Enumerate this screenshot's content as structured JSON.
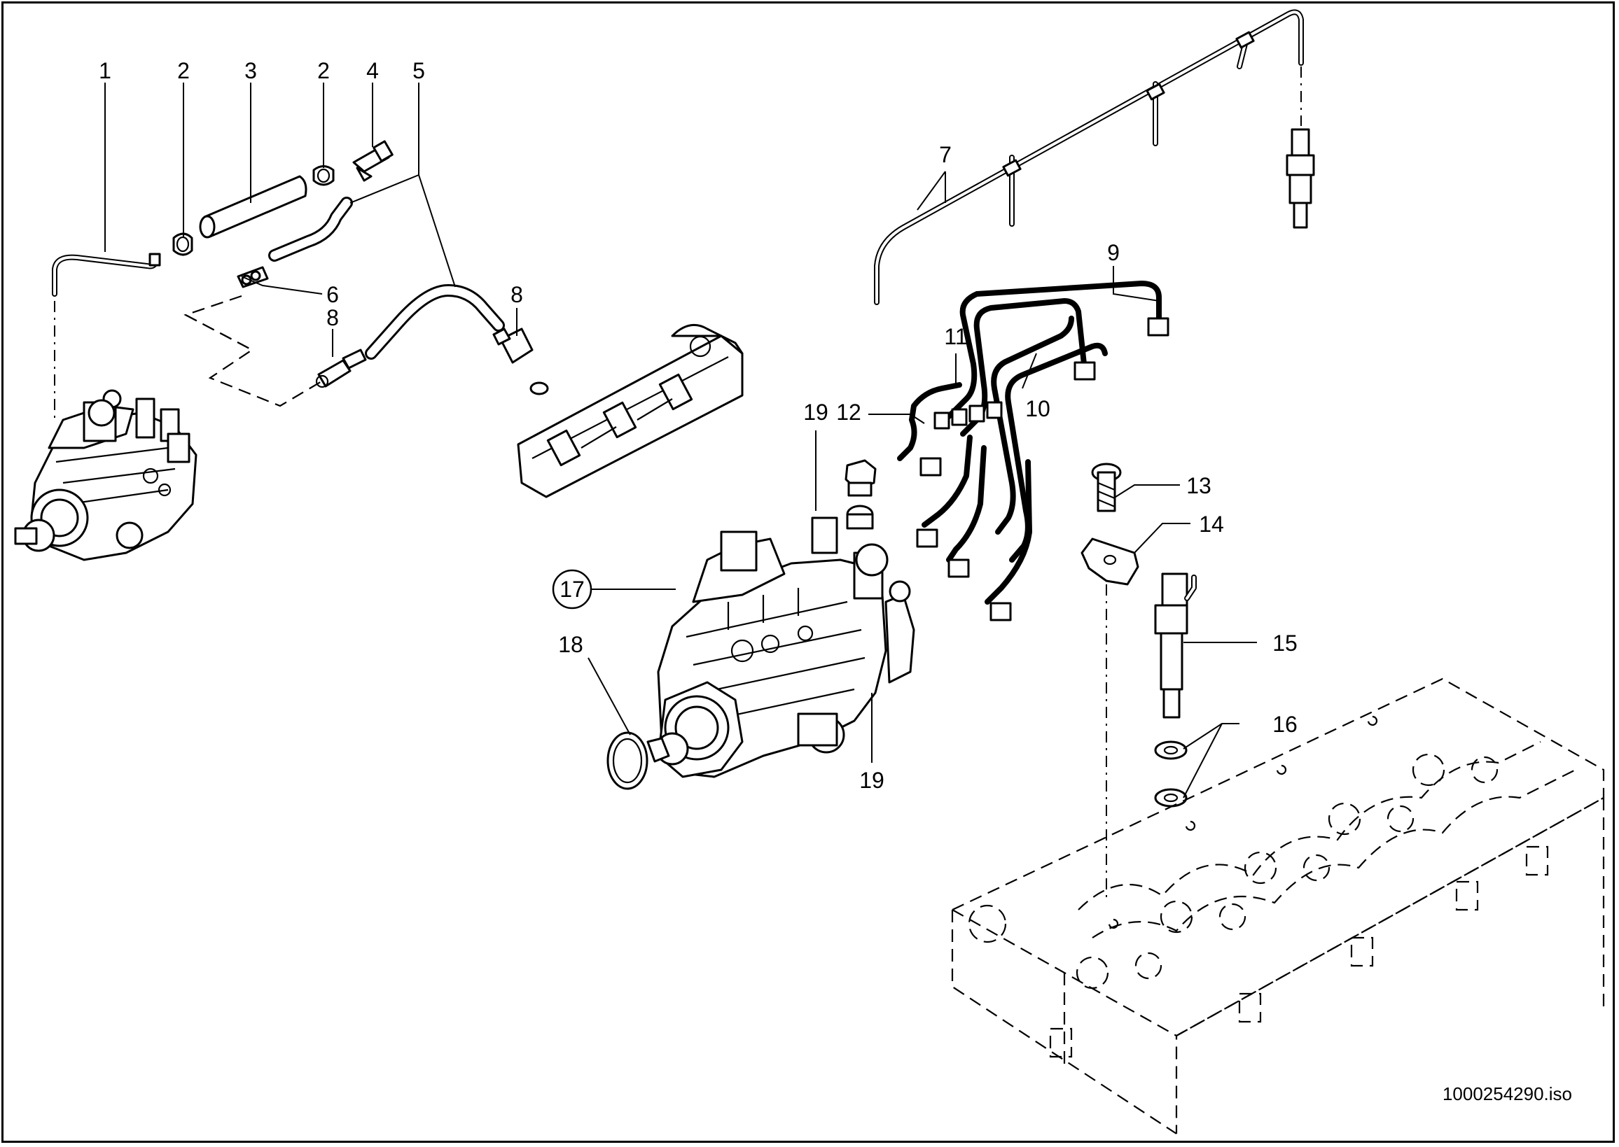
{
  "diagram": {
    "callouts": [
      {
        "id": "c1",
        "text": "1"
      },
      {
        "id": "c2a",
        "text": "2"
      },
      {
        "id": "c3",
        "text": "3"
      },
      {
        "id": "c2b",
        "text": "2"
      },
      {
        "id": "c4",
        "text": "4"
      },
      {
        "id": "c5",
        "text": "5"
      },
      {
        "id": "c6",
        "text": "6"
      },
      {
        "id": "c8a",
        "text": "8"
      },
      {
        "id": "c8b",
        "text": "8"
      },
      {
        "id": "c7",
        "text": "7"
      },
      {
        "id": "c9",
        "text": "9"
      },
      {
        "id": "c11",
        "text": "11"
      },
      {
        "id": "c10",
        "text": "10"
      },
      {
        "id": "c19a",
        "text": "19"
      },
      {
        "id": "c12",
        "text": "12"
      },
      {
        "id": "c13",
        "text": "13"
      },
      {
        "id": "c14",
        "text": "14"
      },
      {
        "id": "c17",
        "text": "17"
      },
      {
        "id": "c15",
        "text": "15"
      },
      {
        "id": "c18",
        "text": "18"
      },
      {
        "id": "c16",
        "text": "16"
      },
      {
        "id": "c19b",
        "text": "19"
      }
    ],
    "reference": "1000254290.iso"
  }
}
